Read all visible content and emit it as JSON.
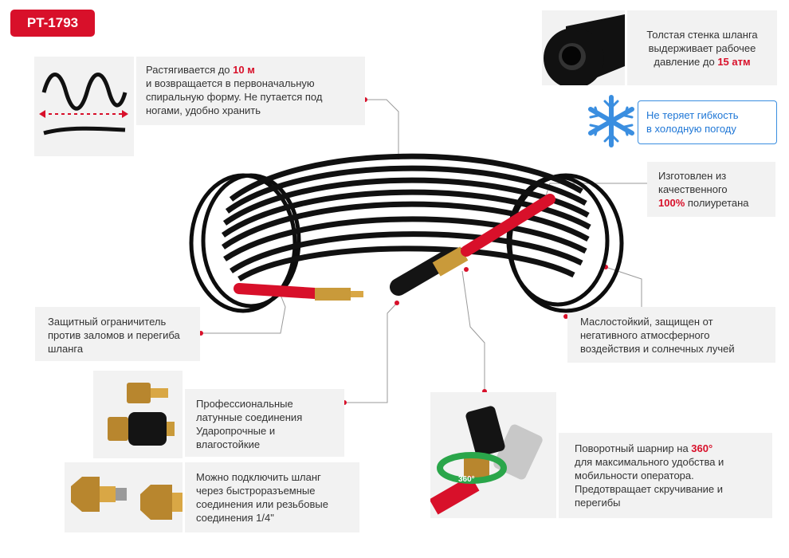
{
  "code": "PT-1793",
  "colors": {
    "accent": "#d8102a",
    "card_bg": "#f2f2f2",
    "cold_border": "#3a8ee0",
    "cold_text": "#1f77d6"
  },
  "features": {
    "stretch": {
      "pre": "Растягивается до ",
      "hl": "10 м",
      "post": "и возвращается в первоначальную спиральную форму. Не путается под ногами, удобно хранить"
    },
    "wall": {
      "line1": "Толстая стенка шланга",
      "line2": "выдерживает рабочее",
      "pre": "давление до ",
      "hl": "15 атм"
    },
    "cold": {
      "line1": "Не теряет гибкость",
      "line2": "в холодную погоду"
    },
    "material": {
      "line1": "Изготовлен из",
      "line2": "качественного",
      "hl": "100%",
      "post": " полиуретана"
    },
    "oil": {
      "text": "Маслостойкий, защищен от негативного атмосферного воздействия и солнечных лучей"
    },
    "guard": {
      "text": "Защитный ограничитель против заломов и перегиба шланга"
    },
    "brass": {
      "text": "Профессиональные латунные соединения Ударопрочные и влагостойкие"
    },
    "connect": {
      "text": "Можно подключить шланг через быстроразъемные соединения или резьбовые соединения 1/4\""
    },
    "swivel": {
      "pre": "Поворотный шарнир на ",
      "hl": "360°",
      "post": "для максимального удобства и мобильности оператора. Предотвращает скручивание и перегибы"
    }
  },
  "swivel_icon_label": "360°"
}
